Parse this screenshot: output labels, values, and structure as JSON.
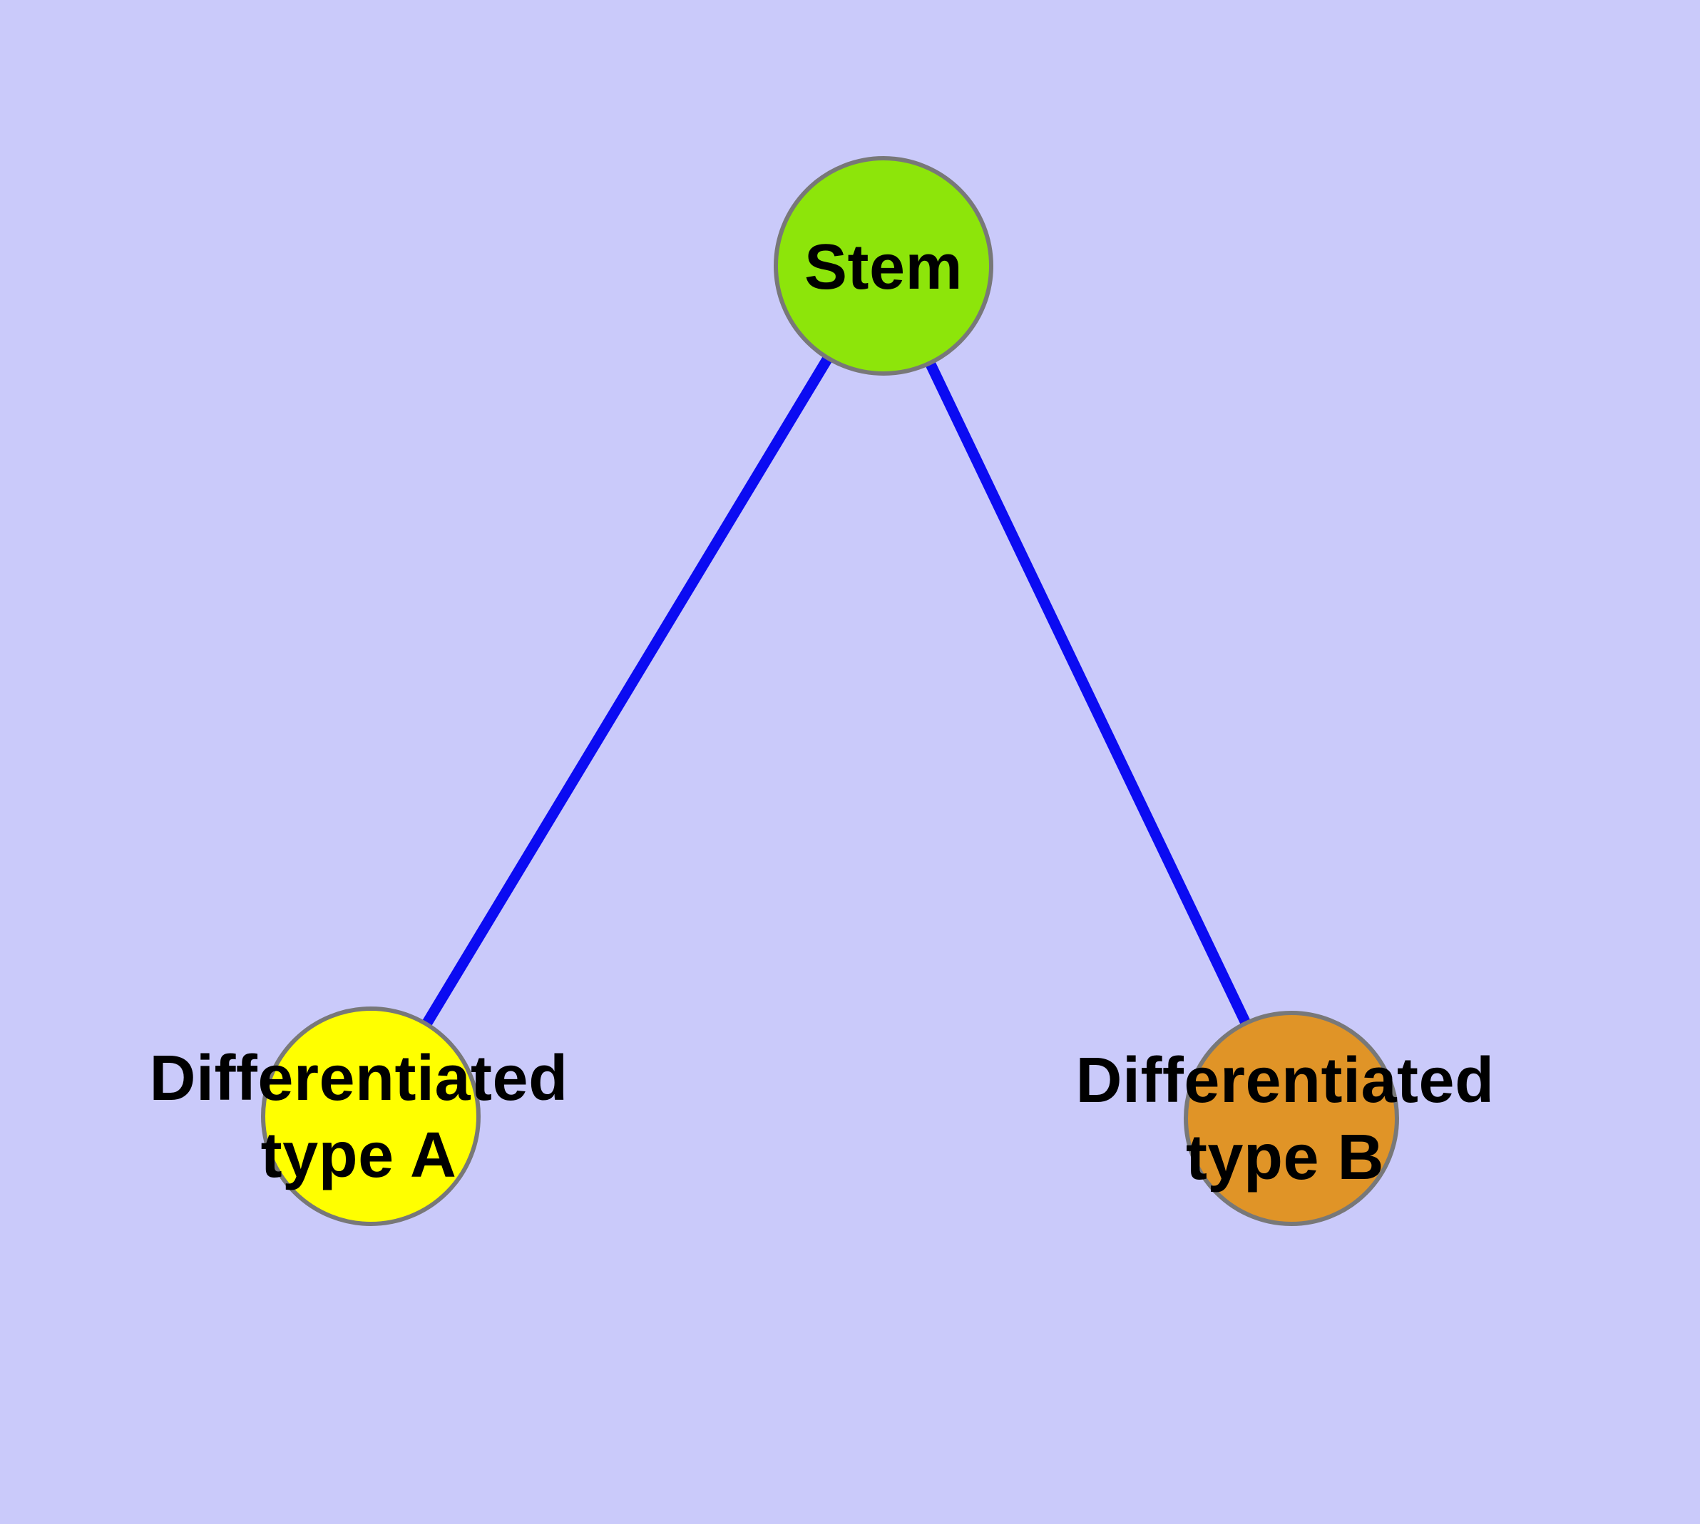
{
  "canvas": {
    "background": "#CACAFA"
  },
  "graph": {
    "nodes": {
      "stem": {
        "label": "Stem",
        "fill": "#8DE50A",
        "stroke": "#787878",
        "text_color": "#000000"
      },
      "type_a": {
        "label_line1": "Differentiated",
        "label_line2": "type A",
        "fill": "#FFFF00",
        "stroke": "#787878",
        "text_color": "#000000"
      },
      "type_b": {
        "label_line1": "Differentiated",
        "label_line2": "type B",
        "fill": "#E09427",
        "stroke": "#787878",
        "text_color": "#000000"
      }
    },
    "edges": {
      "color": "#0B0BF2",
      "items": [
        {
          "from": "Stem",
          "to": "Differentiated type A"
        },
        {
          "from": "Stem",
          "to": "Differentiated type B"
        }
      ]
    }
  }
}
